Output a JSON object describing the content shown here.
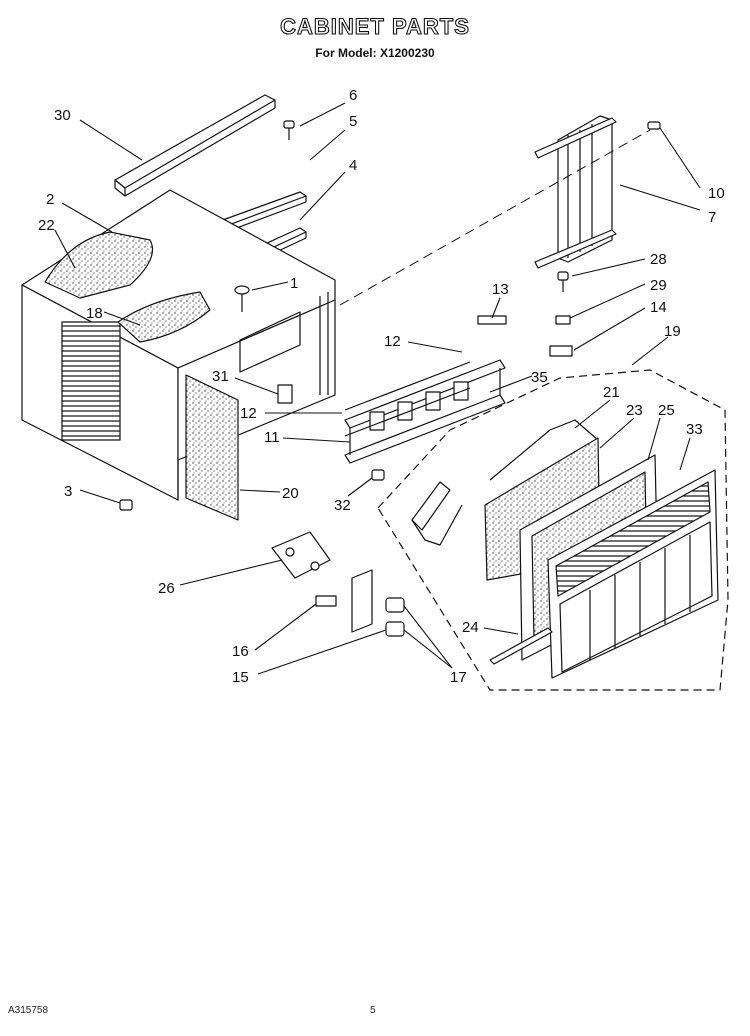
{
  "header": {
    "title": "CABINET PARTS",
    "subtitle": "For Model: X1200230"
  },
  "callouts": {
    "c30": "30",
    "c6": "6",
    "c5": "5",
    "c4": "4",
    "c2": "2",
    "c22": "22",
    "c1": "1",
    "c18": "18",
    "c10": "10",
    "c7": "7",
    "c28": "28",
    "c29": "29",
    "c13": "13",
    "c14": "14",
    "c12a": "12",
    "c19": "19",
    "c31": "31",
    "c35": "35",
    "c12b": "12",
    "c21": "21",
    "c23": "23",
    "c25": "25",
    "c33": "33",
    "c11": "11",
    "c3": "3",
    "c20": "20",
    "c32": "32",
    "c26": "26",
    "c24": "24",
    "c16": "16",
    "c17": "17",
    "c15": "15"
  },
  "footer": {
    "code": "A315758",
    "page": "5"
  }
}
